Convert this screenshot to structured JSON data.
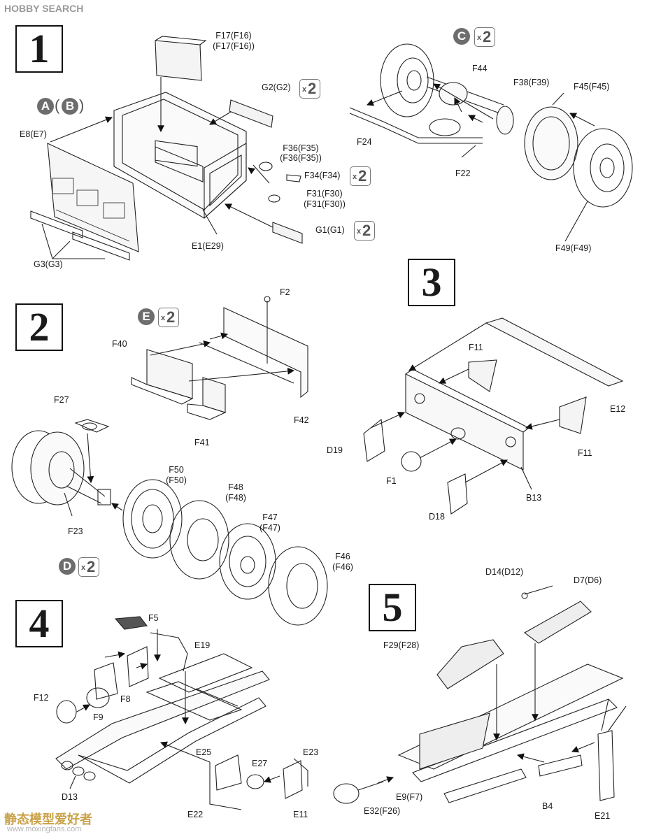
{
  "watermark": {
    "top": "HOBBY SEARCH",
    "bottom_cn": "静态模型爱好者",
    "bottom_url": "www.moxingfans.com"
  },
  "steps": [
    "1",
    "2",
    "3",
    "4",
    "5"
  ],
  "variants": {
    "step1": {
      "a": "A",
      "b": "B"
    },
    "step1_right": "C",
    "step2_top": "E",
    "step2_bottom": "D"
  },
  "multipliers": {
    "x": "x",
    "two": "2"
  },
  "labels": {
    "s1_F17": "F17(F16)",
    "s1_F17b": "(F17(F16))",
    "s1_G2": "G2(G2)",
    "s1_E8": "E8(E7)",
    "s1_F36": "F36(F35)",
    "s1_F36b": "(F36(F35))",
    "s1_F34": "F34(F34)",
    "s1_F31": "F31(F30)",
    "s1_F31b": "(F31(F30))",
    "s1_G1": "G1(G1)",
    "s1_E1": "E1(E29)",
    "s1_G3": "G3(G3)",
    "s1_F44": "F44",
    "s1_F38": "F38(F39)",
    "s1_F45": "F45(F45)",
    "s1_F24": "F24",
    "s1_F22": "F22",
    "s1_F49": "F49(F49)",
    "s2_F2": "F2",
    "s2_F40": "F40",
    "s2_F42": "F42",
    "s2_F41": "F41",
    "s2_F27": "F27",
    "s2_F23": "F23",
    "s2_F50": "F50",
    "s2_F50b": "(F50)",
    "s2_F48": "F48",
    "s2_F48b": "(F48)",
    "s2_F47": "F47",
    "s2_F47b": "(F47)",
    "s2_F46": "F46",
    "s2_F46b": "(F46)",
    "s3_F11a": "F11",
    "s3_E12": "E12",
    "s3_D19": "D19",
    "s3_F11b": "F11",
    "s3_F1": "F1",
    "s3_B13": "B13",
    "s3_D18": "D18",
    "s4_F5": "F5",
    "s4_E19": "E19",
    "s4_F12": "F12",
    "s4_F8": "F8",
    "s4_F9": "F9",
    "s4_E25": "E25",
    "s4_E27": "E27",
    "s4_E23": "E23",
    "s4_D13": "D13",
    "s4_E22": "E22",
    "s4_E11": "E11",
    "s5_D14": "D14(D12)",
    "s5_D7": "D7(D6)",
    "s5_F29": "F29(F28)",
    "s5_E9": "E9(F7)",
    "s5_E32": "E32(F26)",
    "s5_B4": "B4",
    "s5_E21": "E21"
  }
}
